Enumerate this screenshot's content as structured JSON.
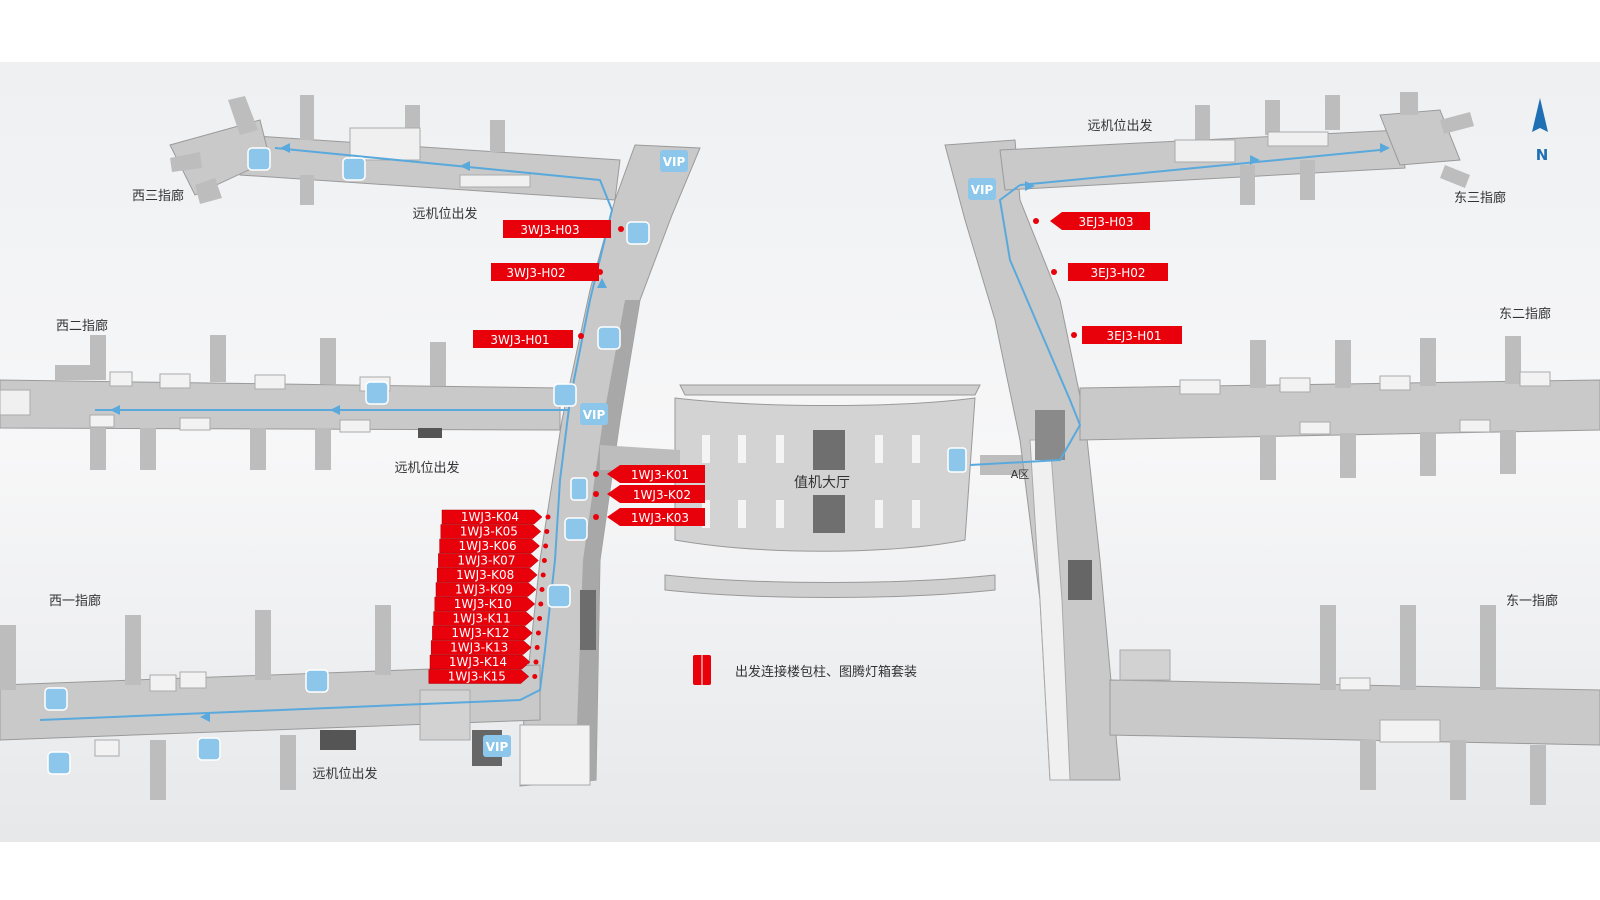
{
  "map": {
    "north_label": "N",
    "hall_label": "值机大厅",
    "legend_label": "出发连接楼包柱、图腾灯箱套装",
    "pier_labels": {
      "west3": "西三指廊",
      "west2": "西二指廊",
      "west1": "西一指廊",
      "east3": "东三指廊",
      "east2": "东二指廊",
      "east1": "东一指廊"
    },
    "remote_labels": {
      "west3": "远机位出发",
      "west2": "远机位出发",
      "west1": "远机位出发",
      "east3": "远机位出发"
    },
    "vip_label": "VIP",
    "hall_gate_text": "A区",
    "tags_west_h": [
      "3WJ3-H03",
      "3WJ3-H02",
      "3WJ3-H01"
    ],
    "tags_east_h": [
      "3EJ3-H03",
      "3EJ3-H02",
      "3EJ3-H01"
    ],
    "tags_k_center": [
      "1WJ3-K01",
      "1WJ3-K02",
      "1WJ3-K03"
    ],
    "tags_k_stack": [
      "1WJ3-K04",
      "1WJ3-K05",
      "1WJ3-K06",
      "1WJ3-K07",
      "1WJ3-K08",
      "1WJ3-K09",
      "1WJ3-K10",
      "1WJ3-K11",
      "1WJ3-K12",
      "1WJ3-K13",
      "1WJ3-K14",
      "1WJ3-K15"
    ],
    "colors": {
      "tag": "#e8000b",
      "route": "#5aa9dc",
      "building": "#c9c9c9",
      "icon": "#8cc6ea"
    }
  }
}
